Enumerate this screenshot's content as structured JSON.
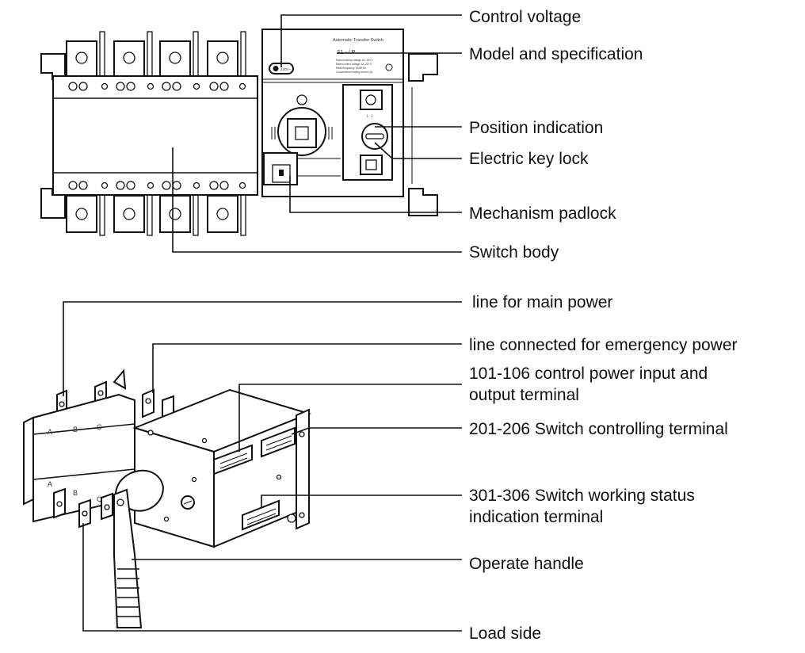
{
  "top_diagram": {
    "device_title": "Automatic Transfer Switch",
    "model_code": "S1 - / P",
    "spec_lines": [
      "Rated working voltage: AC 400 V",
      "Rated control voltage: AC 220 V",
      "Rated frequency: 50/60 Hz",
      "Conventional heating current (A):"
    ],
    "badge_text": "220V~",
    "labels": {
      "control_voltage": "Control voltage",
      "model_spec": "Model and specification",
      "position_indication": "Position indication",
      "electric_key_lock": "Electric key lock",
      "mechanism_padlock": "Mechanism padlock",
      "switch_body": "Switch body"
    }
  },
  "bottom_diagram": {
    "phase_letters_top": [
      "A",
      "B",
      "C"
    ],
    "phase_letters_bottom": [
      "A",
      "B",
      "C"
    ],
    "labels": {
      "main_power": "line for main power",
      "emergency_power": "line connected for emergency power",
      "control_terminal_1": "101-106 control power input and",
      "control_terminal_2": "output terminal",
      "switch_controlling": "201-206 Switch controlling terminal",
      "status_1": "301-306 Switch working status",
      "status_2": "indication terminal",
      "operate_handle": "Operate handle",
      "load_side": "Load side"
    }
  },
  "colors": {
    "line": "#111111",
    "background": "#ffffff"
  }
}
